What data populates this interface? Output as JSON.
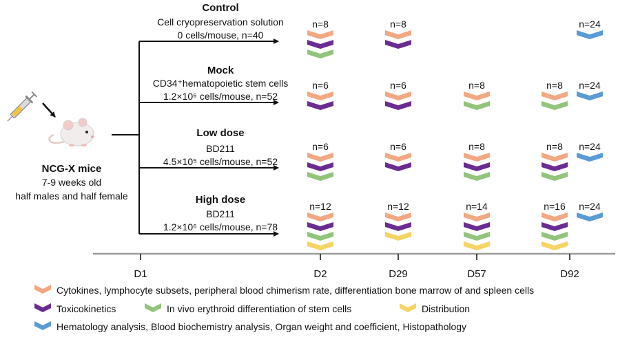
{
  "mouse": {
    "title": "NCG-X mice",
    "lines": [
      "7-9 weeks old",
      "half males and half female"
    ]
  },
  "groups": [
    {
      "name": "Control",
      "lines": [
        "Cell cryopreservation solution",
        "0 cells/mouse, n=40"
      ],
      "timepoints": [
        {
          "day": "D2",
          "n": "n=8",
          "chevrons": [
            "orange",
            "purple",
            "green"
          ]
        },
        {
          "day": "D29",
          "n": "n=8",
          "chevrons": [
            "orange",
            "purple"
          ]
        },
        {
          "day": "D92b",
          "n": "n=24",
          "chevrons": [
            "blue"
          ]
        }
      ]
    },
    {
      "name": "Mock",
      "lines": [
        "CD34⁺hematopoietic stem cells",
        "1.2×10⁶ cells/mouse, n=52"
      ],
      "timepoints": [
        {
          "day": "D2",
          "n": "n=6",
          "chevrons": [
            "orange",
            "purple"
          ]
        },
        {
          "day": "D29",
          "n": "n=6",
          "chevrons": [
            "orange",
            "purple"
          ]
        },
        {
          "day": "D57",
          "n": "n=8",
          "chevrons": [
            "orange",
            "green"
          ]
        },
        {
          "day": "D92",
          "n": "n=8",
          "chevrons": [
            "orange",
            "green"
          ]
        },
        {
          "day": "D92b",
          "n": "n=24",
          "chevrons": [
            "blue"
          ]
        }
      ]
    },
    {
      "name": "Low dose",
      "lines": [
        "BD211",
        "4.5×10⁵ cells/mouse, n=52"
      ],
      "timepoints": [
        {
          "day": "D2",
          "n": "n=6",
          "chevrons": [
            "orange",
            "purple",
            "green"
          ]
        },
        {
          "day": "D29",
          "n": "n=6",
          "chevrons": [
            "orange",
            "purple"
          ]
        },
        {
          "day": "D57",
          "n": "n=8",
          "chevrons": [
            "orange",
            "purple",
            "green"
          ]
        },
        {
          "day": "D92",
          "n": "n=8",
          "chevrons": [
            "orange",
            "purple",
            "green"
          ]
        },
        {
          "day": "D92b",
          "n": "n=24",
          "chevrons": [
            "blue"
          ]
        }
      ]
    },
    {
      "name": "High dose",
      "lines": [
        "BD211",
        "1.2×10⁶ cells/mouse, n=78"
      ],
      "timepoints": [
        {
          "day": "D2",
          "n": "n=12",
          "chevrons": [
            "orange",
            "purple",
            "green",
            "yellow"
          ]
        },
        {
          "day": "D29",
          "n": "n=12",
          "chevrons": [
            "orange",
            "purple",
            "yellow"
          ]
        },
        {
          "day": "D57",
          "n": "n=14",
          "chevrons": [
            "orange",
            "purple",
            "green",
            "yellow"
          ]
        },
        {
          "day": "D92",
          "n": "n=16",
          "chevrons": [
            "orange",
            "purple",
            "green",
            "yellow"
          ]
        },
        {
          "day": "D92b",
          "n": "n=24",
          "chevrons": [
            "blue"
          ]
        }
      ]
    }
  ],
  "timeline": {
    "days": [
      "D1",
      "D2",
      "D29",
      "D57",
      "D92"
    ]
  },
  "legend": [
    {
      "color": "orange",
      "text": "Cytokines, lymphocyte subsets, peripheral blood chimerism rate, differentiation bone marrow of and spleen cells"
    },
    {
      "color": "purple",
      "text": "Toxicokinetics"
    },
    {
      "color": "green",
      "text": "In vivo erythroid differentiation of stem cells"
    },
    {
      "color": "yellow",
      "text": "Distribution"
    },
    {
      "color": "blue",
      "text": "Hematology analysis, Blood biochemistry analysis, Organ weight and coefficient, Histopathology"
    }
  ],
  "colors": {
    "orange": "#f2a883",
    "purple": "#6a2c91",
    "green": "#92c47c",
    "yellow": "#f6d365",
    "blue": "#5b9bd5",
    "line": "#111111",
    "axis": "#9a9a9a"
  }
}
